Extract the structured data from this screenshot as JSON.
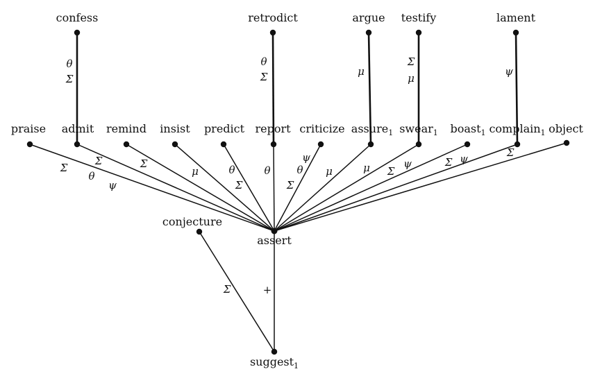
{
  "nodes": {
    "confess": "confess",
    "retrodict": "retrodict",
    "argue": "argue",
    "testify": "testify",
    "lament": "lament",
    "praise": "praise",
    "admit": "admit",
    "remind": "remind",
    "insist": "insist",
    "predict": "predict",
    "report": "report",
    "criticize": "criticize",
    "assure": "assure",
    "swear": "swear",
    "boast": "boast",
    "complain": "complain",
    "object": "object",
    "conjecture": "conjecture",
    "assert": "assert",
    "suggest": "suggest"
  },
  "subscripts": {
    "assure": "1",
    "swear": "1",
    "boast": "1",
    "complain": "1",
    "suggest": "1"
  },
  "edge_labels": {
    "confess_admit": [
      "θ",
      "Σ"
    ],
    "retrodict_report": [
      "θ",
      "Σ"
    ],
    "argue_assure": [
      "μ"
    ],
    "testify_swear": [
      "Σ",
      "μ"
    ],
    "lament_complain": [
      "ψ"
    ],
    "praise_assert": [
      "Σ",
      "θ",
      "ψ"
    ],
    "admit_assert": [
      "Σ"
    ],
    "remind_assert": [
      "Σ"
    ],
    "insist_assert": [
      "μ"
    ],
    "predict_assert": [
      "θ",
      "Σ"
    ],
    "report_assert": [
      "θ"
    ],
    "criticize_assert": [
      "ψ",
      "θ",
      "Σ"
    ],
    "assure_assert": [
      "μ"
    ],
    "swear_assert": [
      "μ"
    ],
    "boast_assert": [
      "Σ",
      "ψ"
    ],
    "complain_assert": [
      "Σ",
      "ψ"
    ],
    "object_assert": [
      "Σ"
    ],
    "conjecture_suggest": [
      "Σ"
    ],
    "assert_suggest": [
      "+"
    ]
  }
}
